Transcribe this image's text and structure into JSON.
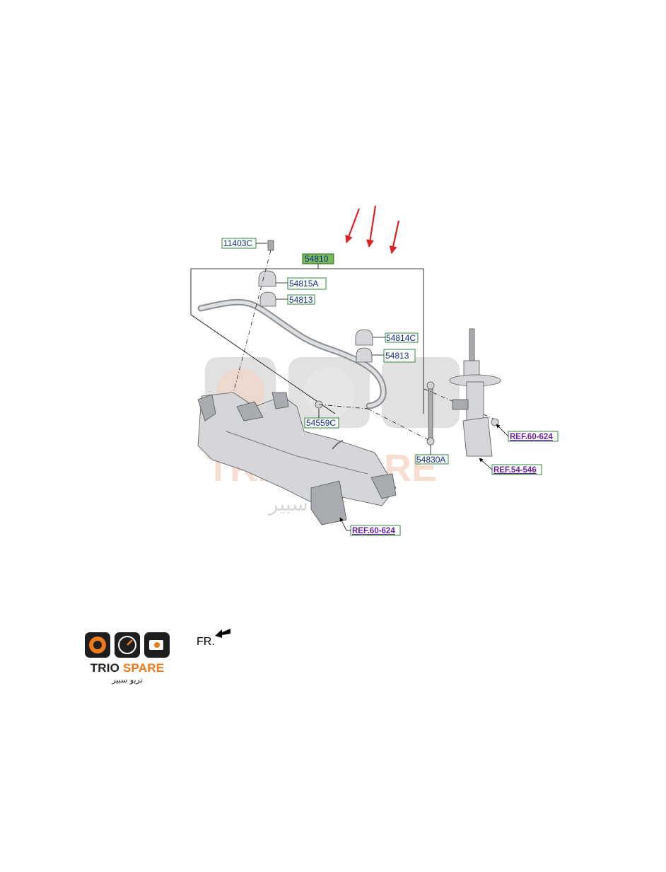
{
  "parts": {
    "p11403c": "11403C",
    "p54810": "54810",
    "p54815a": "54815A",
    "p54813_top": "54813",
    "p54814c": "54814C",
    "p54813_right": "54813",
    "p54559c": "54559C",
    "p54830a": "54830A"
  },
  "refs": {
    "ref_60_624_right": "REF.60-624",
    "ref_54_546": "REF.54-546",
    "ref_60_624_bottom": "REF.60-624"
  },
  "direction": {
    "fr_label": "FR."
  },
  "watermark": {
    "latin": "TRIO SPARE",
    "arabic": "تريو سبير"
  },
  "logo": {
    "name_left": "TRIO ",
    "name_right": "SPARE",
    "arabic": "تريو سبير"
  },
  "colors": {
    "arrow_red": "#e02020",
    "label_blue": "#0b2f8a",
    "ref_purple": "#6a1fa8",
    "box_green": "#2f8a3a",
    "main_fill": "#7ab85c",
    "accent_orange": "#f07a1a"
  },
  "icons": [
    "red-arrow-icon",
    "fr-arrow-icon",
    "gauge-icon",
    "brake-disc-icon",
    "engine-icon"
  ]
}
